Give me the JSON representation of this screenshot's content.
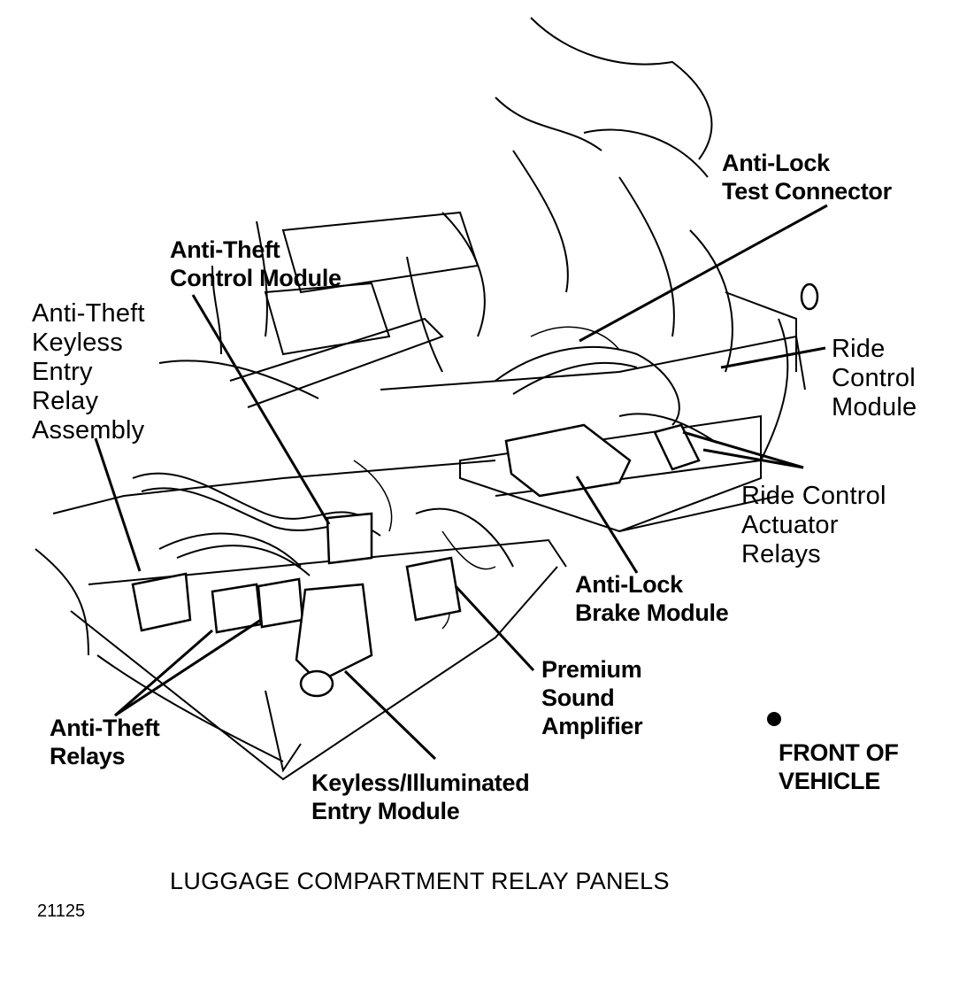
{
  "labels": {
    "anti_lock_test_connector": "Anti-Lock\nTest Connector",
    "anti_theft_control_module": "Anti-Theft\nControl Module",
    "anti_theft_keyless_entry_relay_assembly": "Anti-Theft\nKeyless\nEntry\nRelay\nAssembly",
    "ride_control_module": "Ride\nControl\nModule",
    "ride_control_actuator_relays": "Ride Control\nActuator\nRelays",
    "anti_lock_brake_module": "Anti-Lock\nBrake Module",
    "premium_sound_amplifier": "Premium\nSound\nAmplifier",
    "anti_theft_relays": "Anti-Theft\nRelays",
    "keyless_illuminated_entry_module": "Keyless/Illuminated\nEntry Module",
    "front_of_vehicle": "FRONT OF\nVEHICLE"
  },
  "caption": "LUGGAGE COMPARTMENT RELAY PANELS",
  "figure_number": "21125"
}
